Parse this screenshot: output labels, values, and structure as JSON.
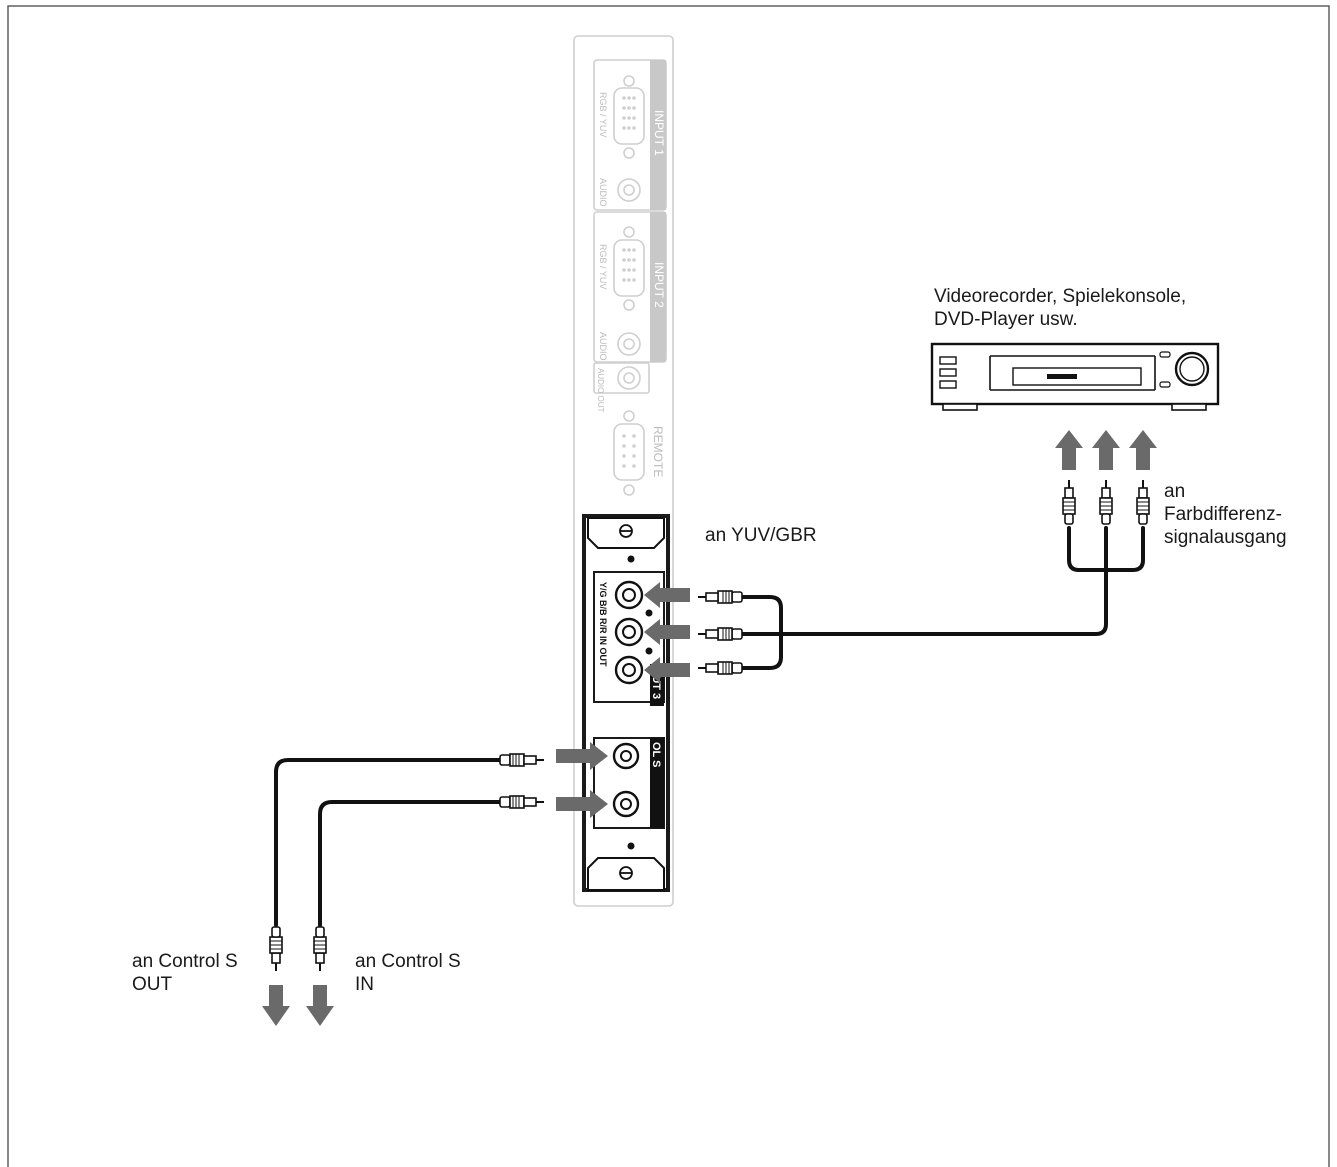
{
  "panel": {
    "input1": {
      "title": "INPUT 1",
      "connector": "RGB / YUV",
      "audio": "AUDIO"
    },
    "input2": {
      "title": "INPUT 2",
      "connector": "RGB / YUV",
      "audio": "AUDIO",
      "audio_out": "AUDIO OUT"
    },
    "remote": "REMOTE",
    "input3": {
      "title": "PUT 3",
      "jacks": "Y/G  B/B  R/R  IN  OUT"
    },
    "control_s": "OL S"
  },
  "device": {
    "label_line1": "Videorecorder, Spielekonsole,",
    "label_line2": "DVD-Player usw."
  },
  "labels": {
    "yuv": "an YUV/GBR",
    "farb_line1": "an",
    "farb_line2": "Farbdifferenz-",
    "farb_line3": "signalausgang",
    "ctrl_out_line1": "an Control S",
    "ctrl_out_line2": "OUT",
    "ctrl_in_line1": "an Control S",
    "ctrl_in_line2": "IN"
  }
}
